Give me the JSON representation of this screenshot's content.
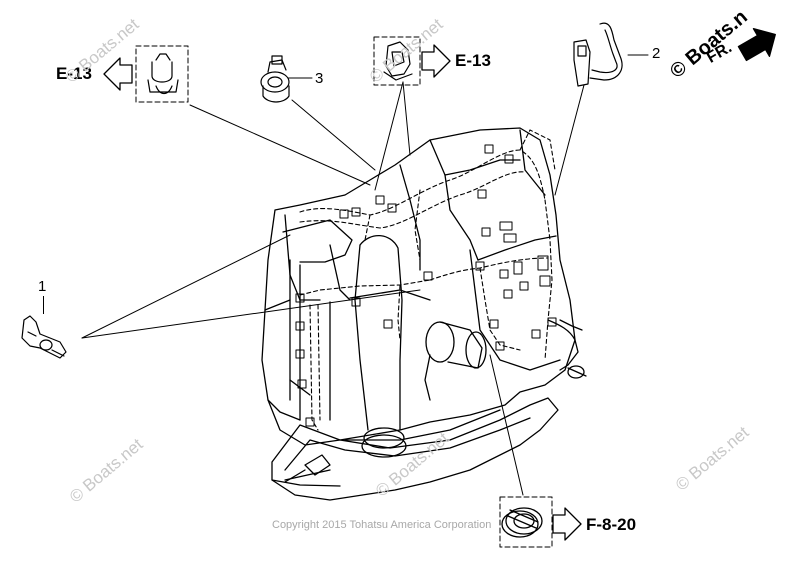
{
  "references": {
    "top_left": "E-13",
    "top_center": "E-13",
    "bottom_right": "F-8-20"
  },
  "callouts": {
    "part_1": "1",
    "part_2": "2",
    "part_3": "3"
  },
  "direction": {
    "label": "FR."
  },
  "watermark": {
    "corner": "© Boats.n",
    "text": "© Boats.net"
  },
  "copyright": "Copyright 2015 Tohatsu America Corporation",
  "colors": {
    "line": "#000000",
    "watermark": "#c8c8c8",
    "copyright": "#a8a8a8"
  }
}
